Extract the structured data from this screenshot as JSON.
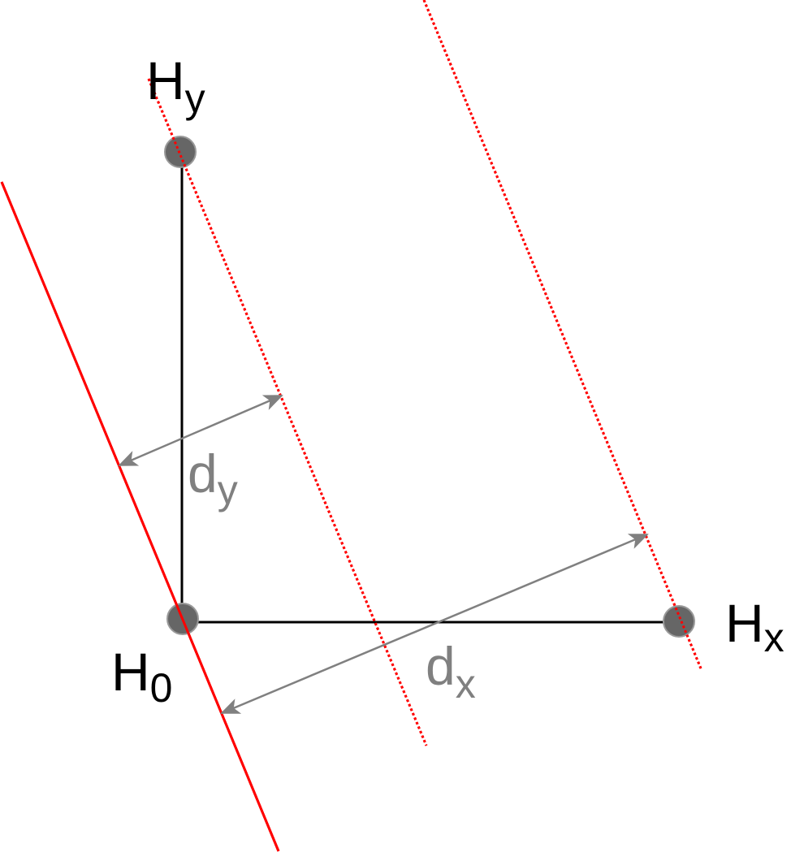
{
  "diagram": {
    "colors": {
      "axis": "#000000",
      "hyperplane": "#ff0000",
      "distance": "#808080",
      "node_fill": "#666666",
      "node_stroke": "#999999",
      "label": "#000000",
      "distance_label": "#808080"
    },
    "nodes": {
      "h0": {
        "base": "H",
        "sub": "0"
      },
      "hx": {
        "base": "H",
        "sub": "x"
      },
      "hy": {
        "base": "H",
        "sub": "y"
      }
    },
    "distances": {
      "dx": {
        "base": "d",
        "sub": "x"
      },
      "dy": {
        "base": "d",
        "sub": "y"
      }
    },
    "lines": {
      "solid": "hyperplane through H0",
      "dotted_1": "parallel line through Hy",
      "dotted_2": "parallel line through Hx"
    }
  }
}
